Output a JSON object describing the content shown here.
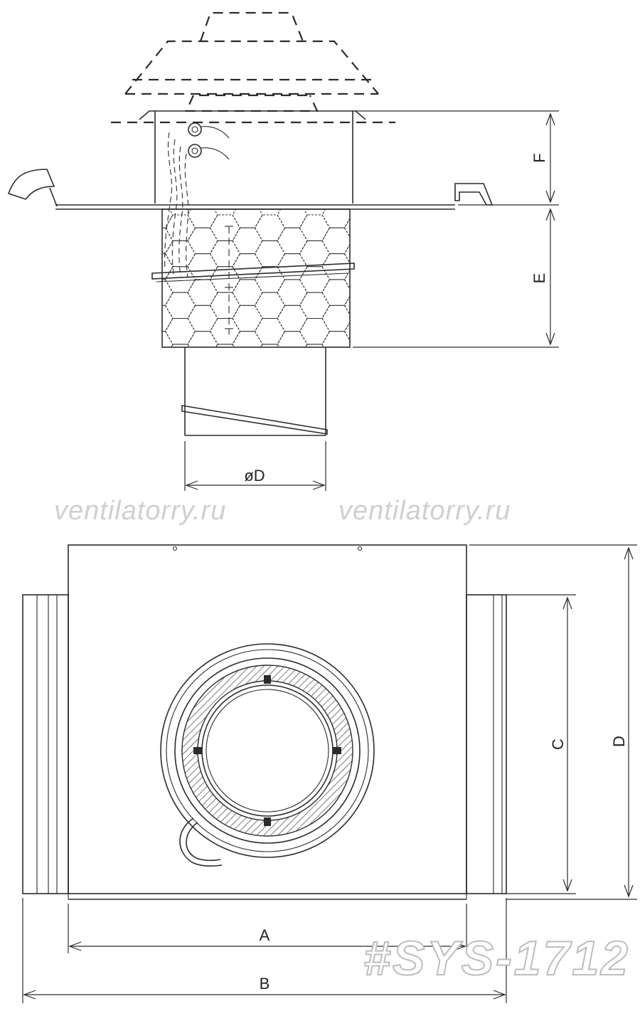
{
  "watermarks": [
    "ventilatorry.ru",
    "ventilatorry.ru"
  ],
  "tag": "#SYS-1712",
  "dimensions": {
    "F": "F",
    "E": "E",
    "D_diameter": "øD",
    "A": "A",
    "B": "B",
    "C": "C",
    "D": "D"
  }
}
